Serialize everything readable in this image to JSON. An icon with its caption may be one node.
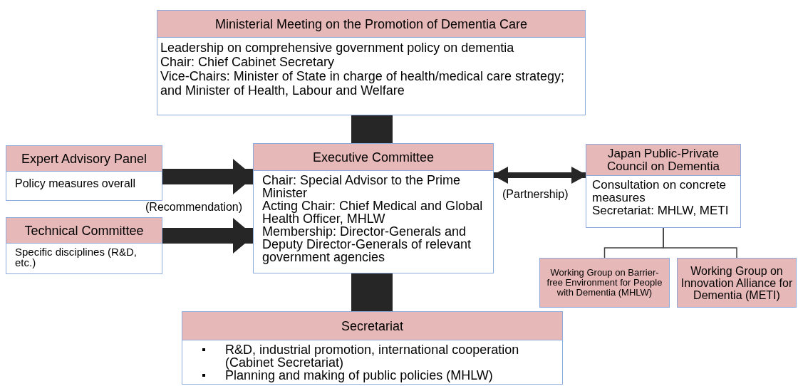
{
  "diagram": {
    "nodes": [
      {
        "text": [
          "Ministerial Meeting on the Promotion of Dementia Care",
          "Leadership on comprehensive government policy on dementia",
          "Chair: Chief Cabinet Secretary",
          "Vice-Chairs: Minister of State in charge of health/medical care strategy; and Minister of Health, Labour and Welfare"
        ]
      },
      {
        "text": [
          "Expert Advisory Panel",
          "Policy measures overall"
        ]
      },
      {
        "text": [
          "Technical Committee",
          "Specific disciplines (R&D, etc.)"
        ]
      },
      {
        "text": [
          "Executive Committee",
          "Chair: Special Advisor to the Prime Minister",
          "Acting Chair: Chief Medical and Global Health Officer, MHLW",
          "Membership: Director-Generals and Deputy Director-Generals of relevant government agencies"
        ]
      },
      {
        "text": [
          "Japan Public-Private Council on Dementia",
          "Consultation on concrete measures",
          "Secretariat: MHLW, METI"
        ]
      },
      {
        "text": [
          "Working Group on Barrier-free Environment for People with Dementia (MHLW)"
        ]
      },
      {
        "text": [
          "Working Group on Innovation Alliance for Dementia (METI)"
        ]
      },
      {
        "text": [
          "Secretariat",
          "R&D, industrial promotion, international cooperation (Cabinet Secretariat)",
          "Planning and making of public policies (MHLW)"
        ]
      }
    ],
    "edges": [
      {
        "from": 0,
        "to": 3,
        "arrow": "none",
        "style": "thick"
      },
      {
        "from": 1,
        "to": 3,
        "arrow": "to",
        "label": "(Recommendation)"
      },
      {
        "from": 2,
        "to": 3,
        "arrow": "to"
      },
      {
        "from": 3,
        "to": 4,
        "arrow": "both",
        "label": "(Partnership)"
      },
      {
        "from": 3,
        "to": 7,
        "arrow": "none",
        "style": "thick"
      },
      {
        "from": 4,
        "to": 5,
        "arrow": "none"
      },
      {
        "from": 4,
        "to": 6,
        "arrow": "none"
      }
    ]
  }
}
